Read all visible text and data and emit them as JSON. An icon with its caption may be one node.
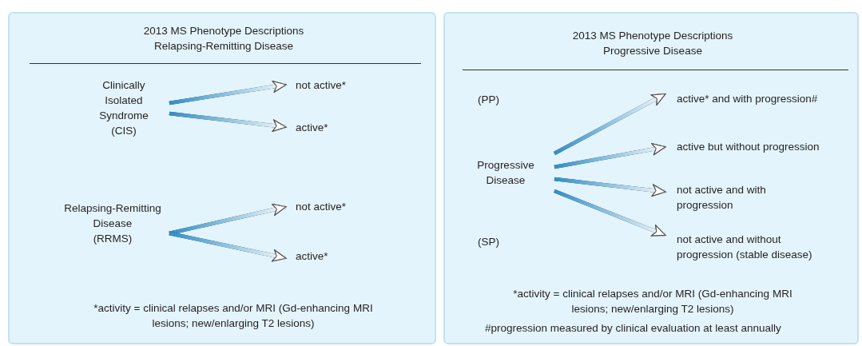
{
  "diagram": {
    "nodes": [
      {
        "text": [
          "2013 MS Phenotype Descriptions Relapsing-Remitting Disease"
        ]
      },
      {
        "text": [
          "Clinically Isolated Syndrome",
          "(CIS)"
        ],
        "in": 0
      },
      {
        "text": [
          "not active*"
        ],
        "in": 0
      },
      {
        "text": [
          "active*"
        ],
        "in": 0
      },
      {
        "text": [
          "Relapsing-Remitting Disease",
          "(RRMS)"
        ],
        "in": 0
      },
      {
        "text": [
          "not active*"
        ],
        "in": 0
      },
      {
        "text": [
          "active*"
        ],
        "in": 0
      },
      {
        "text": [
          "2013 MS Phenotype Descriptions Progressive Disease"
        ]
      },
      {
        "text": [
          "Progressive Disease"
        ],
        "in": 7
      },
      {
        "text": [
          "active* and with progression#"
        ],
        "in": 7
      },
      {
        "text": [
          "active but without progression"
        ],
        "in": 7
      },
      {
        "text": [
          "not active and with progression"
        ],
        "in": 7
      },
      {
        "text": [
          "not active and without progression (stable disease)"
        ],
        "in": 7
      }
    ],
    "edges": [
      {
        "from": 1,
        "to": 2,
        "arrow": "to"
      },
      {
        "from": 1,
        "to": 3,
        "arrow": "to"
      },
      {
        "from": 4,
        "to": 5,
        "arrow": "to"
      },
      {
        "from": 4,
        "to": 6,
        "arrow": "to"
      },
      {
        "from": 8,
        "to": 9,
        "arrow": "to"
      },
      {
        "from": 8,
        "to": 10,
        "arrow": "to"
      },
      {
        "from": 8,
        "to": 11,
        "arrow": "to"
      },
      {
        "from": 8,
        "to": 12,
        "arrow": "to"
      }
    ],
    "labels": [
      "*activity = clinical relapses and/or MRI (Gd-enhancing MRI lesions; new/enlarging T2 lesions)",
      "(PP)",
      "(SP)",
      "*activity = clinical relapses and/or MRI (Gd-enhancing MRI lesions; new/enlarging T2 lesions)",
      "#progression measured by clinical evaluation at least annually"
    ]
  }
}
